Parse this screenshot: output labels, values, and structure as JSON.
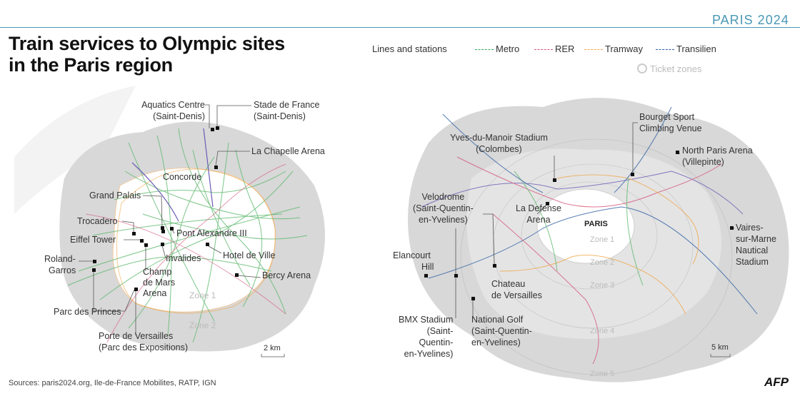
{
  "title": [
    "Train services to Olympic sites",
    "in the Paris region"
  ],
  "brand": "PARIS 2024",
  "legend": {
    "heading": "Lines and stations",
    "items": [
      {
        "label": "Metro",
        "color": "#3aa65a"
      },
      {
        "label": "RER",
        "color": "#d6577a"
      },
      {
        "label": "Tramway",
        "color": "#f0a64a"
      },
      {
        "label": "Transilien",
        "color": "#2e5fa3"
      }
    ],
    "zones_label": "Ticket zones"
  },
  "paris_map": {
    "sites": {
      "aquatics": [
        "Aquatics Centre",
        "(Saint-Denis)"
      ],
      "stade": [
        "Stade de France",
        "(Saint-Denis)"
      ],
      "chapelle": "La Chapelle Arena",
      "concorde": "Concorde",
      "grand_palais": "Grand Palais",
      "trocadero": "Trocadero",
      "eiffel": "Eiffel Tower",
      "roland": [
        "Roland-",
        "Garros"
      ],
      "pont": "Pont Alexandre III",
      "invalides": "Invalides",
      "hotel": "Hotel de Ville",
      "champ": [
        "Champ",
        "de Mars",
        "Arena"
      ],
      "bercy": "Bercy Arena",
      "princes": "Parc des Princes",
      "porte": [
        "Porte de Versailles",
        "(Parc des Expositions)"
      ]
    },
    "zones": [
      "Zone 1",
      "Zone 2"
    ],
    "scale": "2 km"
  },
  "region_map": {
    "sites": {
      "yves": [
        "Yves-du-Manoir Stadium",
        "(Colombes)"
      ],
      "bourget": [
        "Bourget Sport",
        "Climbing Venue"
      ],
      "north": [
        "North Paris Arena",
        "(Villepinte)"
      ],
      "velodrome": [
        "Velodrome",
        "(Saint-Quentin-",
        "en-Yvelines)"
      ],
      "defense": [
        "La Defense",
        "Arena"
      ],
      "vaires": [
        "Vaires-",
        "sur-Marne",
        "Nautical",
        "Stadium"
      ],
      "elancourt": [
        "Elancourt",
        "Hill"
      ],
      "chateau": [
        "Chateau",
        "de Versailles"
      ],
      "bmx": [
        "BMX Stadium",
        "(Saint-",
        "Quentin-",
        "en-Yvelines)"
      ],
      "golf": [
        "National Golf",
        "(Saint-Quentin-",
        "en-Yvelines)"
      ]
    },
    "city": "PARIS",
    "zones": [
      "Zone 1",
      "Zone 2",
      "Zone 3",
      "Zone 4",
      "Zone 5"
    ],
    "scale": "5 km"
  },
  "sources": "Sources: paris2024.org, Ile-de-France Mobilites, RATP, IGN",
  "logo": "AFP"
}
